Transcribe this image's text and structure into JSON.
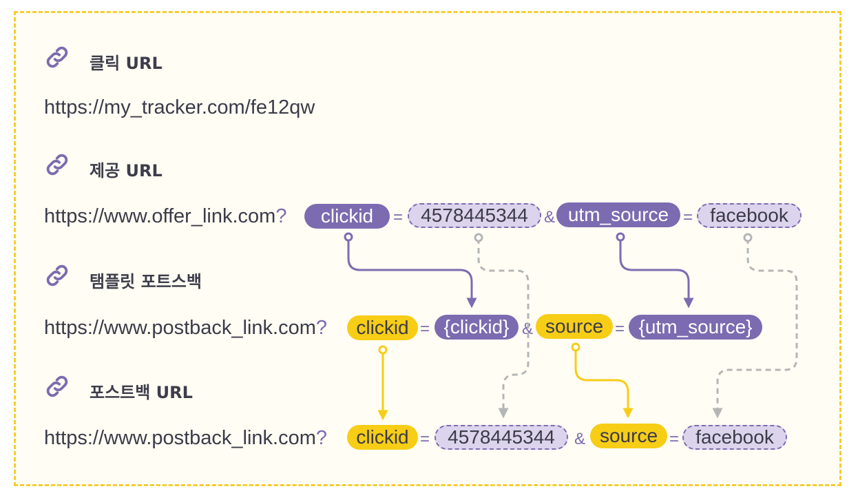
{
  "sections": [
    {
      "title": "클릭 URL",
      "url_base": "https://my_tracker.com/fe12qw"
    },
    {
      "title": "제공 URL",
      "url_base": "https://www.offer_link.com",
      "q": "?",
      "params": [
        {
          "key": "clickid",
          "value": "4578445344"
        },
        {
          "key": "utm_source",
          "value": "facebook"
        }
      ]
    },
    {
      "title": "탬플릿 포트스백",
      "url_base": "https://www.postback_link.com",
      "q": "?",
      "params": [
        {
          "key": "clickid",
          "value": "{clickid}"
        },
        {
          "key": "source",
          "value": "{utm_source}"
        }
      ]
    },
    {
      "title": "포스트백 URL",
      "url_base": "https://www.postback_link.com",
      "q": "?",
      "params": [
        {
          "key": "clickid",
          "value": "4578445344"
        },
        {
          "key": "source",
          "value": "facebook"
        }
      ]
    }
  ],
  "operators": {
    "eq": "=",
    "amp": "&"
  },
  "colors": {
    "border": "#f5cd2e",
    "background": "#fffdf4",
    "purple": "#7c6bb0",
    "yellow": "#f7cd16",
    "lavender": "#dcd4ec",
    "gray": "#b5b5b5"
  },
  "icons": {
    "section": "link-chain-icon"
  }
}
